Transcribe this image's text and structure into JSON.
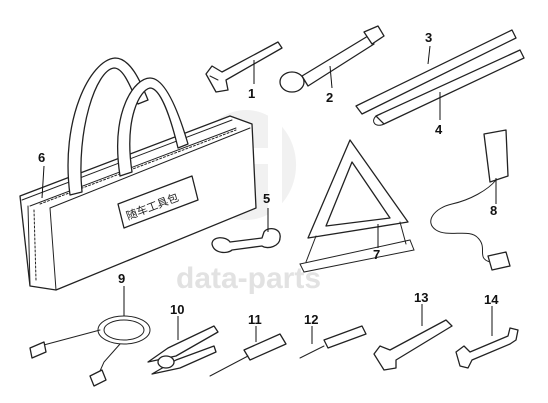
{
  "watermark": {
    "text": "data-parts"
  },
  "bag_label": "随车工具包",
  "callouts": [
    {
      "id": "1",
      "label": "1"
    },
    {
      "id": "2",
      "label": "2"
    },
    {
      "id": "3",
      "label": "3"
    },
    {
      "id": "4",
      "label": "4"
    },
    {
      "id": "5",
      "label": "5"
    },
    {
      "id": "6",
      "label": "6"
    },
    {
      "id": "7",
      "label": "7"
    },
    {
      "id": "8",
      "label": "8"
    },
    {
      "id": "9",
      "label": "9"
    },
    {
      "id": "10",
      "label": "10"
    },
    {
      "id": "11",
      "label": "11"
    },
    {
      "id": "12",
      "label": "12"
    },
    {
      "id": "13",
      "label": "13"
    },
    {
      "id": "14",
      "label": "14"
    }
  ],
  "colors": {
    "line": "#222222",
    "watermark": "#e2e2e2",
    "background": "#ffffff"
  }
}
